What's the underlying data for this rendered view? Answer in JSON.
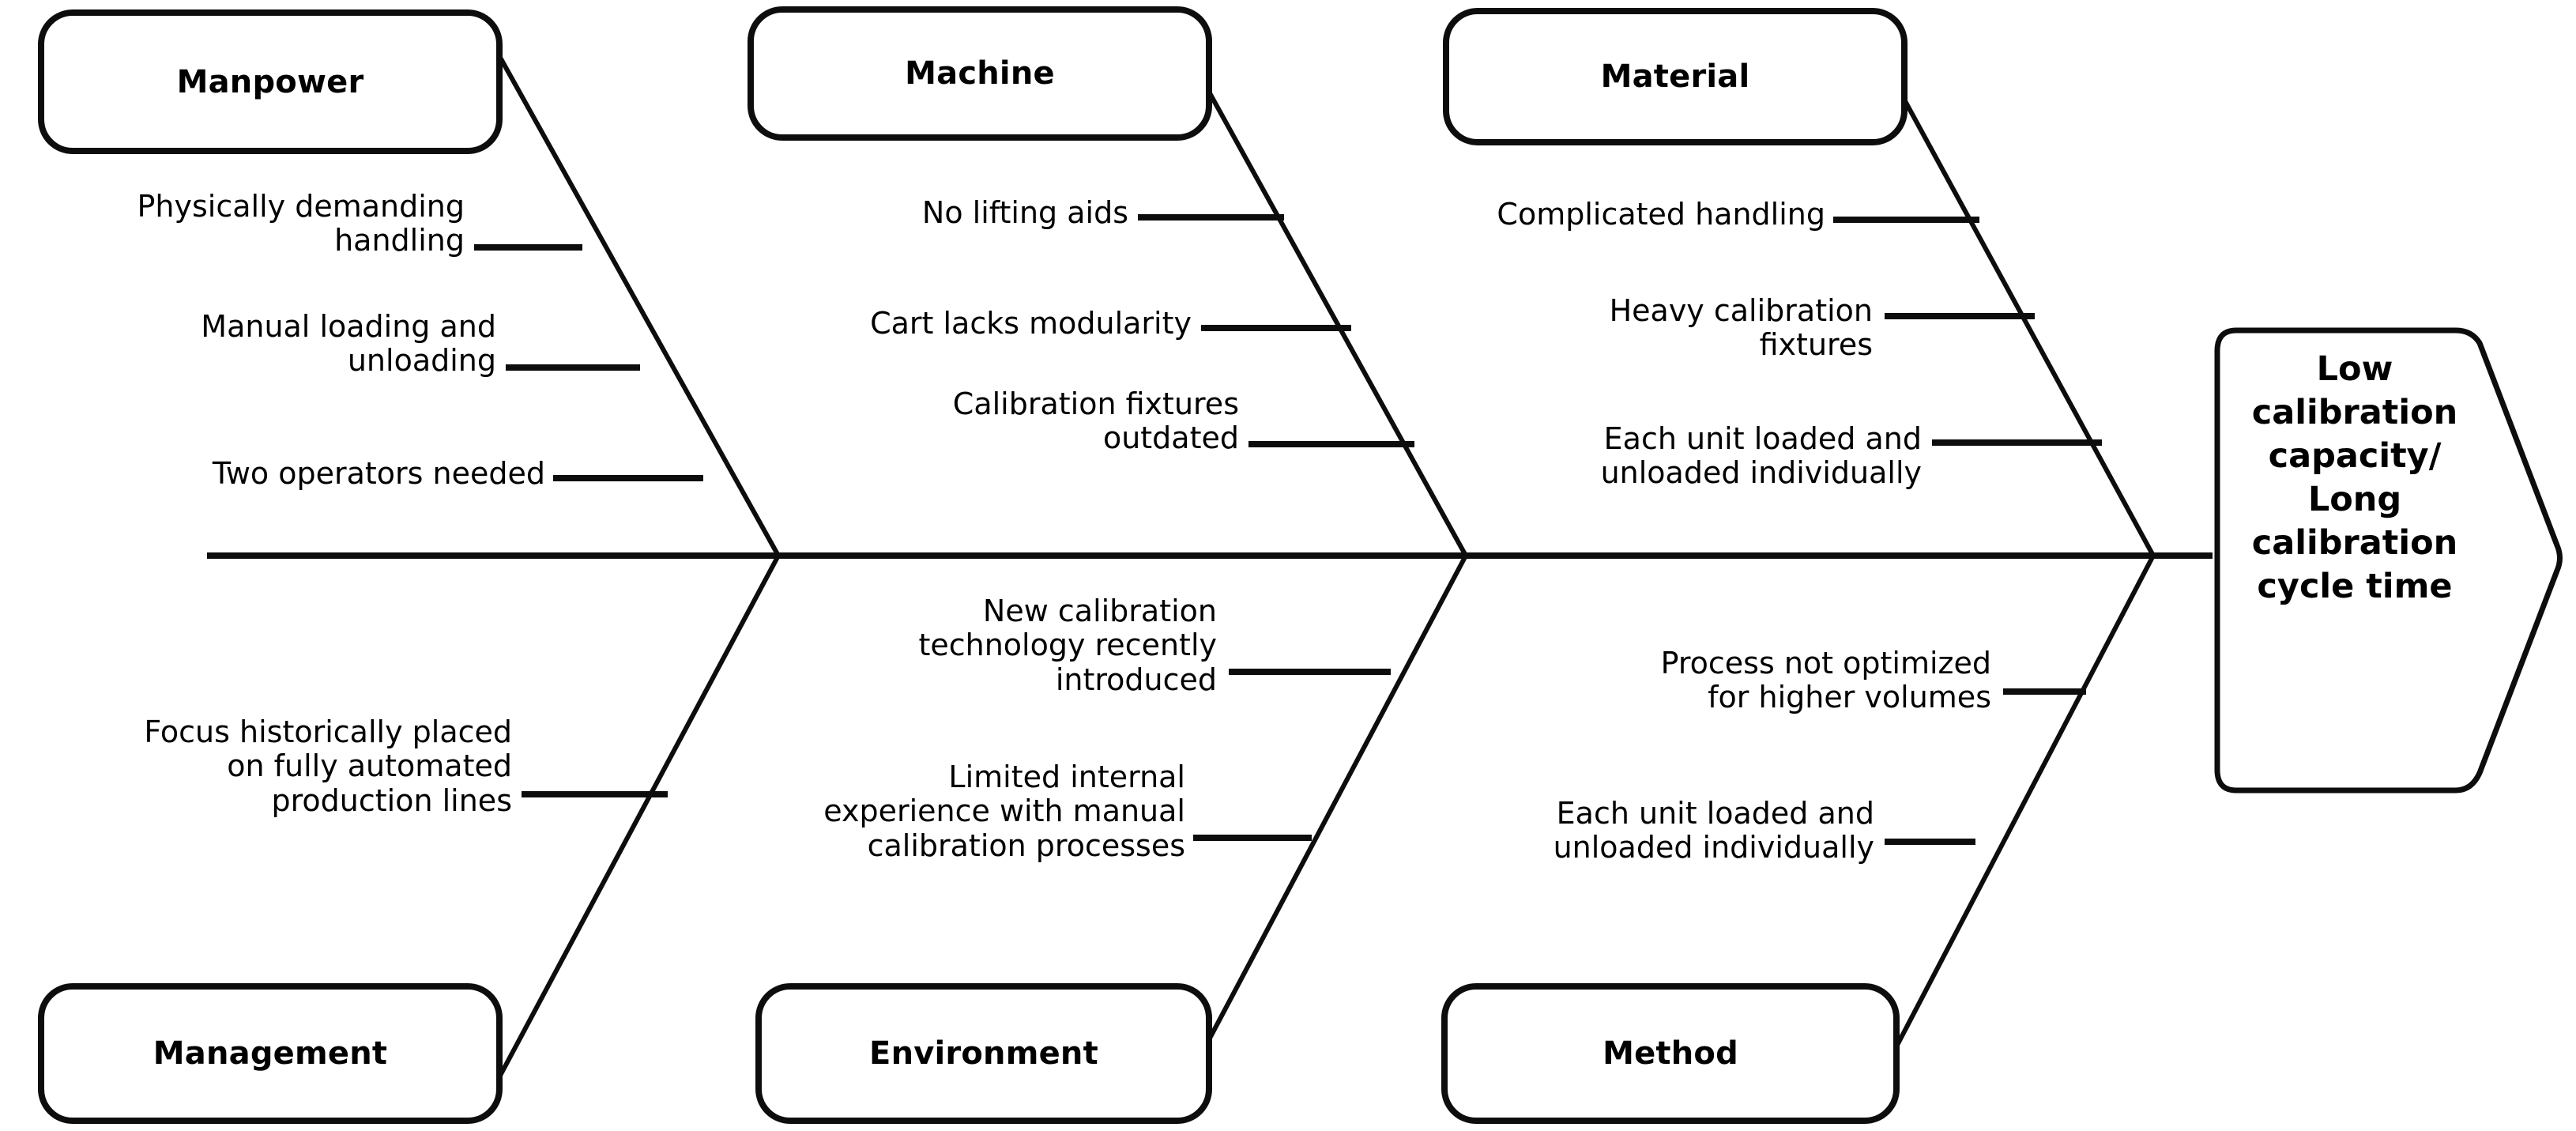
{
  "diagram": {
    "type": "fishbone-ishikawa",
    "effect": {
      "text": "Low calibration capacity/ Long calibration cycle time"
    },
    "categories": [
      {
        "id": "manpower",
        "label": "Manpower",
        "position": "top-left",
        "causes": [
          "Physically demanding handling",
          "Manual loading and unloading",
          "Two operators needed"
        ]
      },
      {
        "id": "machine",
        "label": "Machine",
        "position": "top-middle",
        "causes": [
          "No lifting aids",
          "Cart lacks modularity",
          "Calibration fixtures outdated"
        ]
      },
      {
        "id": "material",
        "label": "Material",
        "position": "top-right",
        "causes": [
          "Complicated handling",
          "Heavy calibration fixtures",
          "Each unit loaded and unloaded individually"
        ]
      },
      {
        "id": "management",
        "label": "Management",
        "position": "bottom-left",
        "causes": [
          "Focus historically placed on fully automated production lines"
        ]
      },
      {
        "id": "environment",
        "label": "Environment",
        "position": "bottom-middle",
        "causes": [
          "New calibration technology recently introduced",
          "Limited internal experience with manual calibration processes"
        ]
      },
      {
        "id": "method",
        "label": "Method",
        "position": "bottom-right",
        "causes": [
          "Process not optimized for higher volumes",
          "Each unit loaded and unloaded individually"
        ]
      }
    ],
    "causes_text": {
      "manpower_1": "Physically demanding\nhandling",
      "manpower_2": "Manual loading and\nunloading",
      "manpower_3": "Two operators needed",
      "machine_1": "No lifting aids",
      "machine_2": "Cart lacks modularity",
      "machine_3": "Calibration fixtures\noutdated",
      "material_1": "Complicated handling",
      "material_2": "Heavy calibration\nfixtures",
      "material_3": "Each unit loaded and\nunloaded individually",
      "management_1": "Focus historically placed\non fully automated\nproduction lines",
      "environment_1": "New calibration\ntechnology recently\nintroduced",
      "environment_2": "Limited internal\nexperience with manual\ncalibration processes",
      "method_1": "Process not optimized\nfor higher volumes",
      "method_2": "Each unit loaded and\nunloaded individually"
    },
    "colors": {
      "stroke": "#0d0d0d",
      "background": "#ffffff",
      "text": "#000000"
    }
  }
}
